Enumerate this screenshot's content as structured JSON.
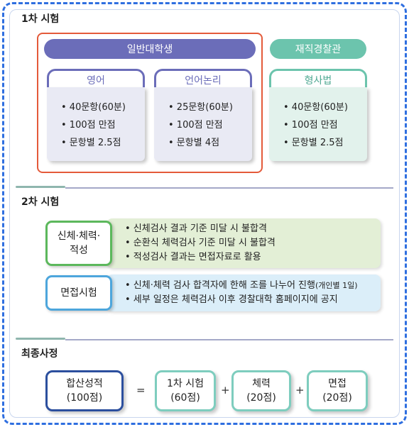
{
  "section1": {
    "title": "1차 시험",
    "general_label": "일반대학생",
    "police_label": "재직경찰관",
    "subjects": [
      {
        "name": "영어",
        "items": [
          "• 40문항(60분)",
          "• 100점 만점",
          "• 문항별 2.5점"
        ]
      },
      {
        "name": "언어논리",
        "items": [
          "• 25문항(60분)",
          "• 100점 만점",
          "• 문항별 4점"
        ]
      },
      {
        "name": "형사법",
        "items": [
          "• 40문항(60분)",
          "• 100점 만점",
          "• 문항별 2.5점"
        ]
      }
    ]
  },
  "section2": {
    "title": "2차 시험",
    "physical": {
      "label_line1": "신체·체력·",
      "label_line2": "적성",
      "items": [
        "• 신체검사 결과 기준 미달 시 불합격",
        "• 순환식 체력검사 기준 미달 시 불합격",
        "• 적성검사 결과는 면접자료로 활용"
      ]
    },
    "interview": {
      "label": "면접시험",
      "item1_main": "• 신체·체력 검사 합격자에 한해 조를 나누어 진행",
      "item1_small": "(개인별 1일)",
      "item2": "• 세부 일정은 체력검사 이후 경찰대학 홈페이지에 공지"
    }
  },
  "section3": {
    "title": "최종사정",
    "total": {
      "line1": "합산성적",
      "line2": "(100점)"
    },
    "equals": "=",
    "plus": "+",
    "parts": [
      {
        "line1": "1차 시험",
        "line2": "(60점)"
      },
      {
        "line1": "체력",
        "line2": "(20점)"
      },
      {
        "line1": "면접",
        "line2": "(20점)"
      }
    ]
  },
  "colors": {
    "frame": "#2f6fe0",
    "general": "#6b6db9",
    "police": "#6cc4ad",
    "highlight": "#e45a3a",
    "green": "#5cb85c",
    "blue": "#4da6dc",
    "navy": "#2c4f9e",
    "mint": "#7ecdbe"
  }
}
